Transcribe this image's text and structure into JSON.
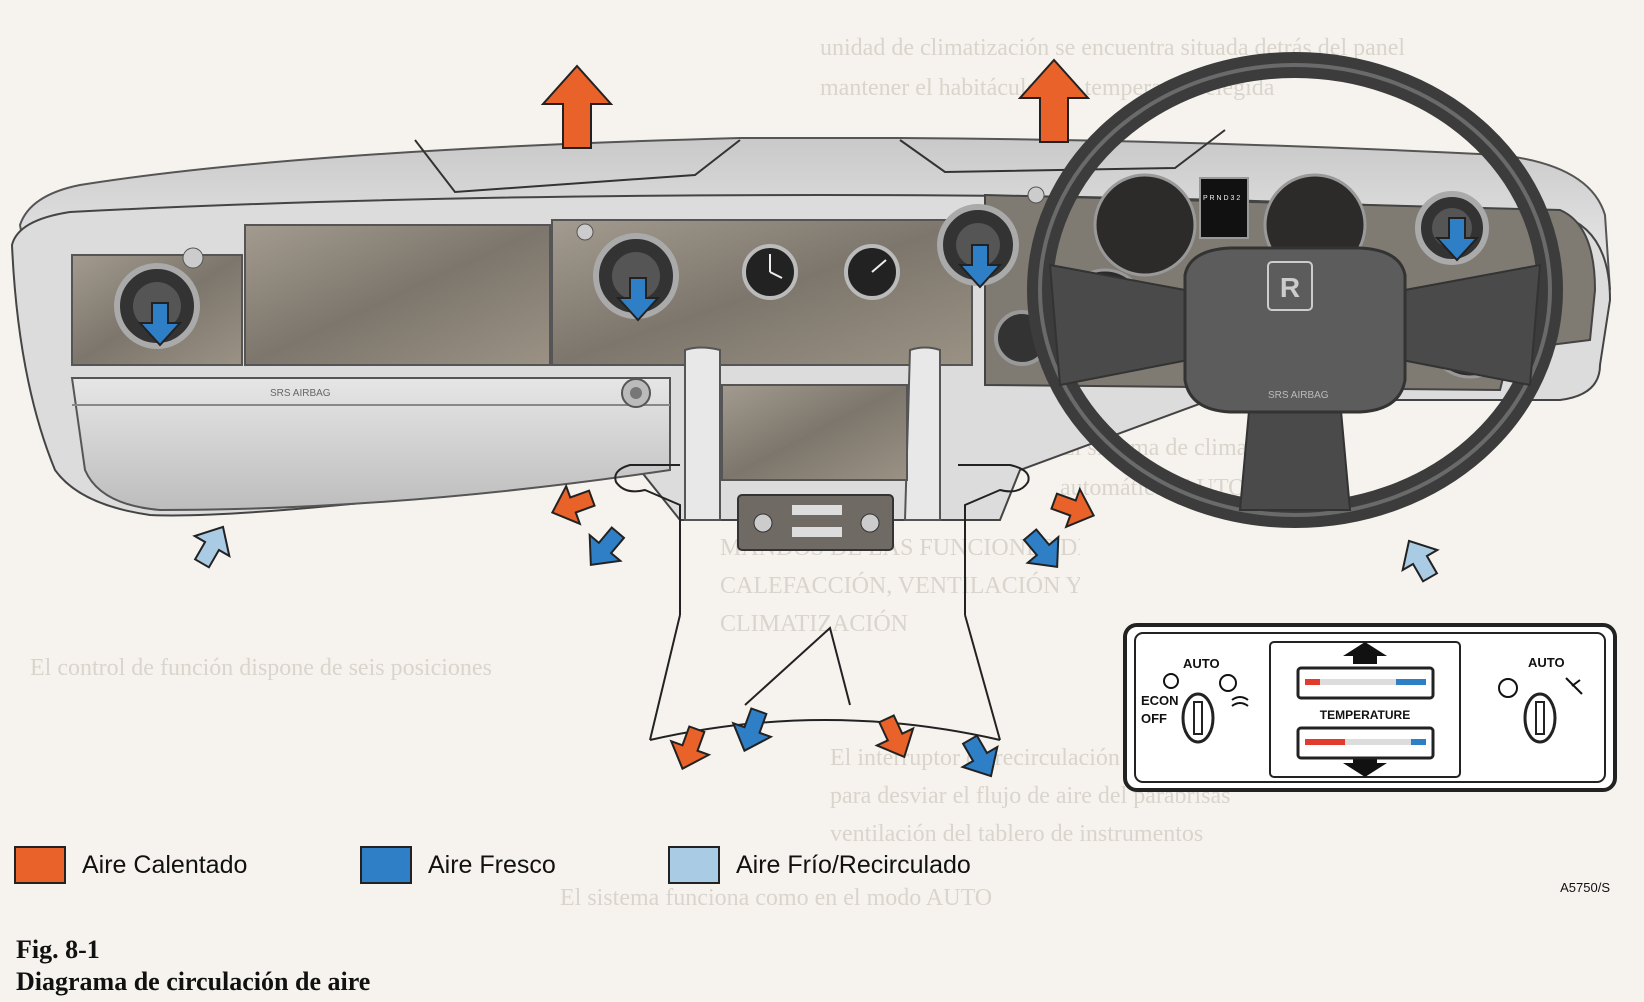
{
  "figure": {
    "number": "Fig. 8-1",
    "title": "Diagrama de circulación de aire",
    "reference": "A5750/S"
  },
  "legend": [
    {
      "label": "Aire Calentado",
      "color": "#e8622a"
    },
    {
      "label": "Aire Fresco",
      "color": "#2f7fc6"
    },
    {
      "label": "Aire Frío/Recirculado",
      "color": "#a9cbe3"
    }
  ],
  "dashboard": {
    "airbag_left": "SRS AIRBAG",
    "airbag_right": "SRS AIRBAG",
    "gear_indicator": "P R N D 3 2"
  },
  "control_panel": {
    "left_auto": "AUTO",
    "econ": "ECON",
    "off": "OFF",
    "right_auto": "AUTO",
    "temperature": "TEMPERATURE"
  },
  "colors": {
    "heated": "#e8622a",
    "fresh": "#2f7fc6",
    "cold": "#a9cbe3",
    "wood": "#8e867a",
    "dash": "#d7d7d7"
  },
  "background_text": [
    "unidad de climatización se encuentra situada detrás del panel",
    "mantener el habitáculo a la temperatura elegida",
    "El sistema de climatización",
    "automática (AUTO) al pulsar",
    "MANDOS DE LAS FUNCIONES DE LA",
    "CALEFACCIÓN, VENTILACIÓN Y",
    "CLIMATIZACIÓN",
    "El control de función dispone de seis posiciones",
    "El interruptor de recirculación se puede utilizar",
    "para desviar el flujo de aire del parabrisas",
    "ventilación del tablero de instrumentos",
    "El sistema funciona como en el modo AUTO"
  ]
}
